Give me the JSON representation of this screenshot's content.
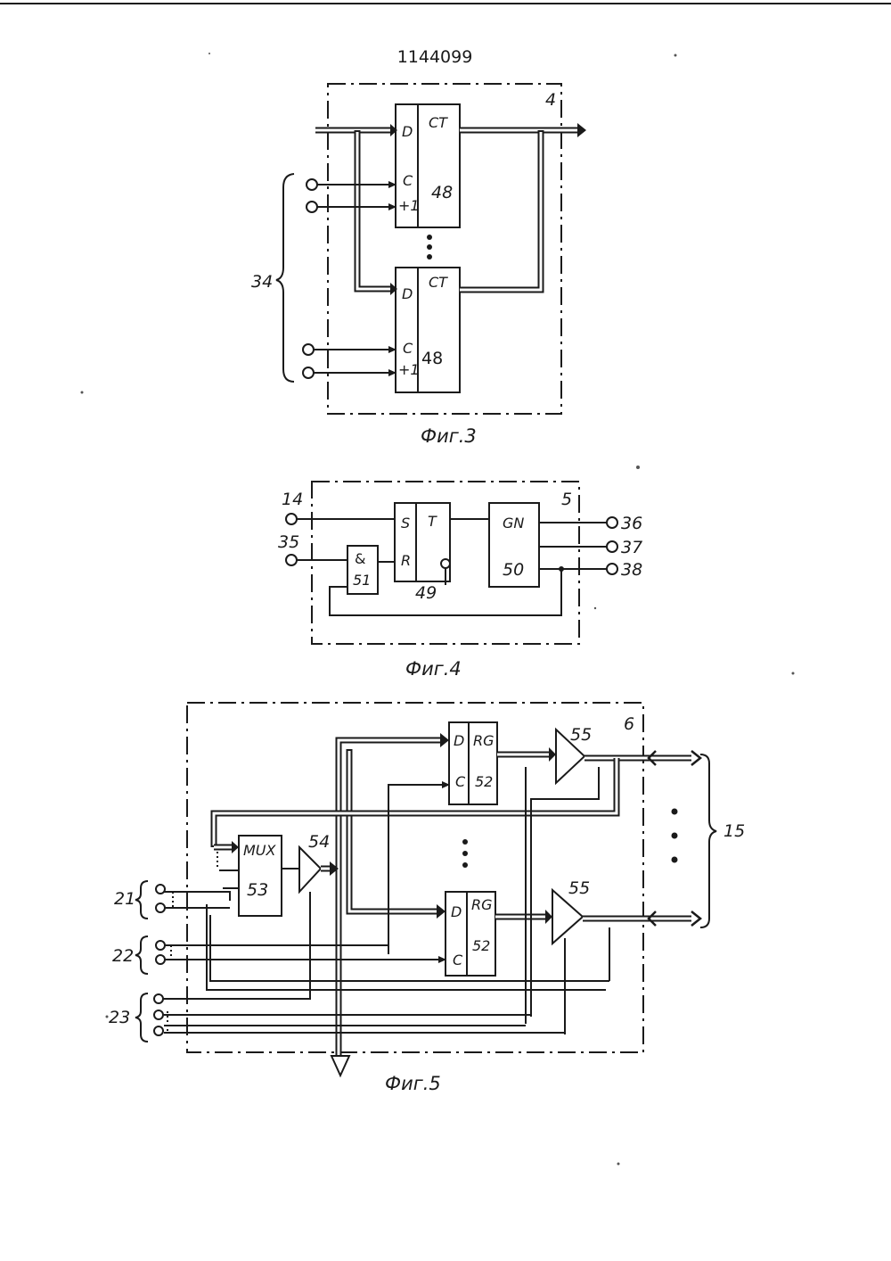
{
  "document": {
    "patent_number": "1144099"
  },
  "fig3": {
    "caption": "Фиг.3",
    "block_number": "4",
    "group_label": "34",
    "counters": [
      {
        "pin_d": "D",
        "pin_c": "C",
        "pin_inc": "+1",
        "type": "CT",
        "number": "48"
      },
      {
        "pin_d": "D",
        "pin_c": "C",
        "pin_inc": "+1",
        "type": "CT",
        "number": "48"
      }
    ]
  },
  "fig4": {
    "caption": "Фиг.4",
    "block_number": "5",
    "inputs": [
      "14",
      "35"
    ],
    "outputs": [
      "36",
      "37",
      "38"
    ],
    "and_gate": {
      "symbol": "&",
      "number": "51"
    },
    "trigger": {
      "pin_s": "S",
      "pin_r": "R",
      "type": "T",
      "number": "49"
    },
    "generator": {
      "type": "GN",
      "number": "50"
    }
  },
  "fig5": {
    "caption": "Фиг.5",
    "block_number": "6",
    "bus_label": "15",
    "input_groups": [
      "21",
      "22",
      "23"
    ],
    "mux": {
      "type": "MUX",
      "number": "53"
    },
    "buffer_54": "54",
    "registers": [
      {
        "pin_d": "D",
        "pin_c": "C",
        "type": "RG",
        "number": "52"
      },
      {
        "pin_d": "D",
        "pin_c": "C",
        "type": "RG",
        "number": "52"
      }
    ],
    "drivers": [
      "55",
      "55"
    ]
  }
}
